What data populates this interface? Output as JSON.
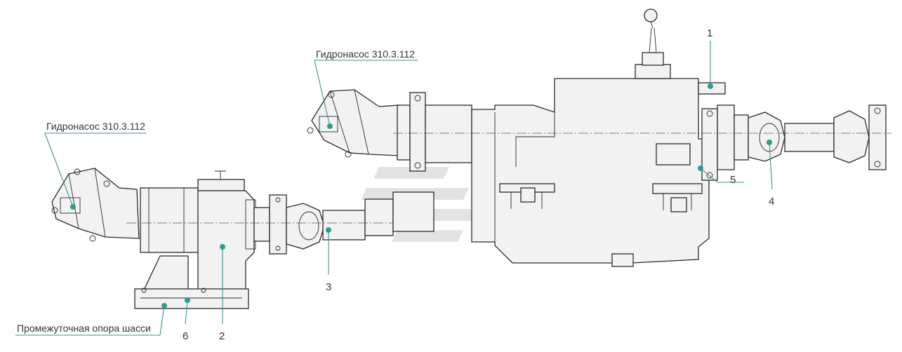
{
  "callouts": {
    "pump_upper": "Гидронасос 310.3.112",
    "pump_lower": "Гидронасос 310.3.112",
    "support": "Промежуточная опора шасси",
    "n1": "1",
    "n2": "2",
    "n3": "3",
    "n4": "4",
    "n5": "5",
    "n6": "6"
  },
  "colors": {
    "leader": "#3f8f8f",
    "marker": "#2f9b8f",
    "line": "#2b2b2b",
    "watermark": "#d9d9d9"
  }
}
